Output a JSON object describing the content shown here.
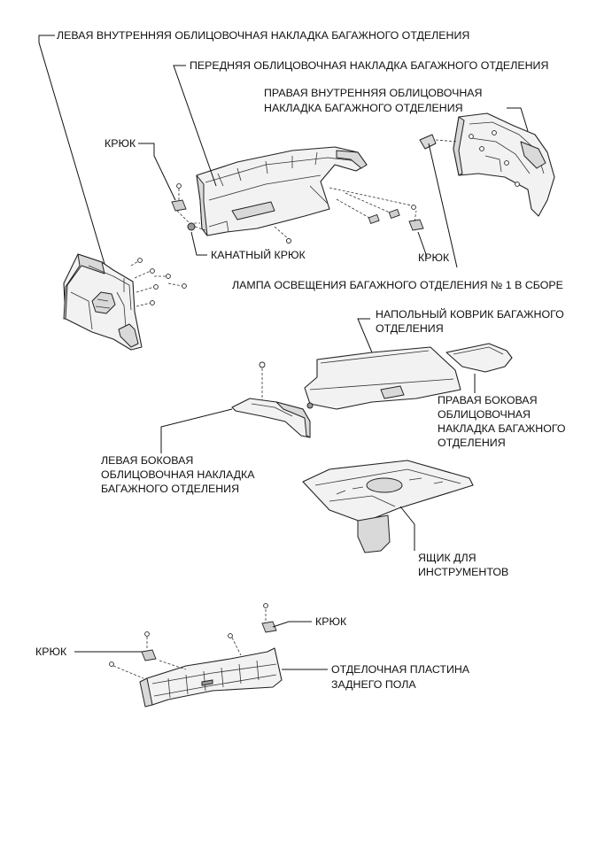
{
  "labels": {
    "left_inner_trim": "ЛЕВАЯ ВНУТРЕННЯЯ ОБЛИЦОВОЧНАЯ НАКЛАДКА БАГАЖНОГО ОТДЕЛЕНИЯ",
    "front_trim": "ПЕРЕДНЯЯ ОБЛИЦОВОЧНАЯ НАКЛАДКА БАГАЖНОГО ОТДЕЛЕНИЯ",
    "right_inner_trim": [
      "ПРАВАЯ ВНУТРЕННЯЯ ОБЛИЦОВОЧНАЯ",
      "НАКЛАДКА БАГАЖНОГО ОТДЕЛЕНИЯ"
    ],
    "hook_1": "КРЮК",
    "rope_hook": "КАНАТНЫЙ КРЮК",
    "hook_2": "КРЮК",
    "lamp": "ЛАМПА ОСВЕЩЕНИЯ БАГАЖНОГО ОТДЕЛЕНИЯ № 1 В СБОРЕ",
    "floor_mat": [
      "НАПОЛЬНЫЙ КОВРИК БАГАЖНОГО",
      "ОТДЕЛЕНИЯ"
    ],
    "right_side_trim": [
      "ПРАВАЯ БОКОВАЯ",
      "ОБЛИЦОВОЧНАЯ",
      "НАКЛАДКА БАГАЖНОГО",
      "ОТДЕЛЕНИЯ"
    ],
    "left_side_trim": [
      "ЛЕВАЯ БОКОВАЯ",
      "ОБЛИЦОВОЧНАЯ НАКЛАДКА",
      "БАГАЖНОГО ОТДЕЛЕНИЯ"
    ],
    "tool_box": [
      "ЯЩИК ДЛЯ",
      "ИНСТРУМЕНТОВ"
    ],
    "hook_3": "КРЮК",
    "hook_4": "КРЮК",
    "rear_floor_plate": [
      "ОТДЕЛОЧНАЯ ПЛАСТИНА",
      "ЗАДНЕГО ПОЛА"
    ]
  }
}
